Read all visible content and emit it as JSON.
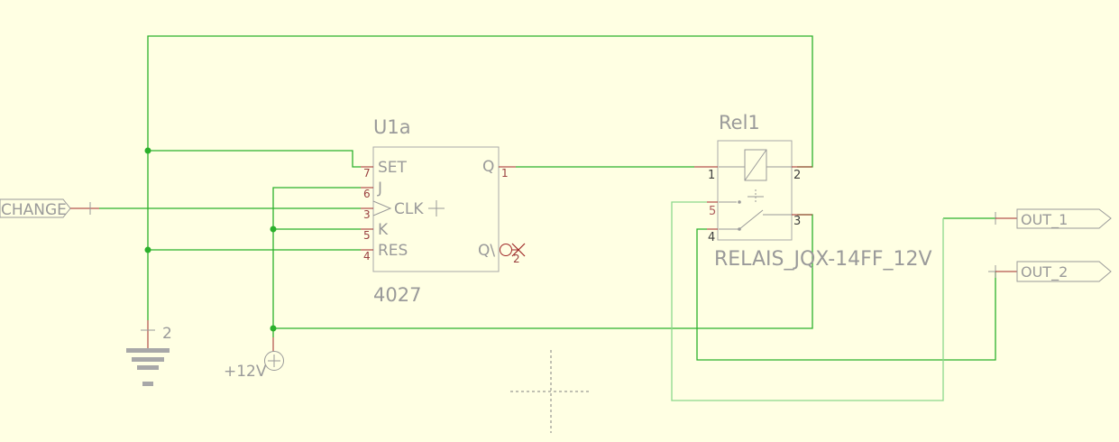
{
  "colors": {
    "background": "#ffffe3",
    "wire": "#2bb02b",
    "wire_selected": "#8cd88c",
    "component": "#a8a8a8",
    "pin": "#a02828"
  },
  "u1a": {
    "ref": "U1a",
    "value": "4027",
    "pins": {
      "set": {
        "name": "SET",
        "num": "7"
      },
      "j": {
        "name": "J",
        "num": "6"
      },
      "clk": {
        "name": "CLK",
        "num": "3"
      },
      "k": {
        "name": "K",
        "num": "5"
      },
      "res": {
        "name": "RES",
        "num": "4"
      },
      "q": {
        "name": "Q",
        "num": "1"
      },
      "qn": {
        "name": "Q\\",
        "num": "2"
      }
    }
  },
  "rel1": {
    "ref": "Rel1",
    "value": "RELAIS_JQX-14FF_12V",
    "pins": {
      "p1": "1",
      "p2": "2",
      "p3": "3",
      "p4": "4",
      "p5": "5"
    }
  },
  "ports": {
    "change": "CHANGE",
    "out1": "OUT_1",
    "out2": "OUT_2"
  },
  "power": {
    "gnd_pin": "2",
    "vcc": "+12V"
  }
}
